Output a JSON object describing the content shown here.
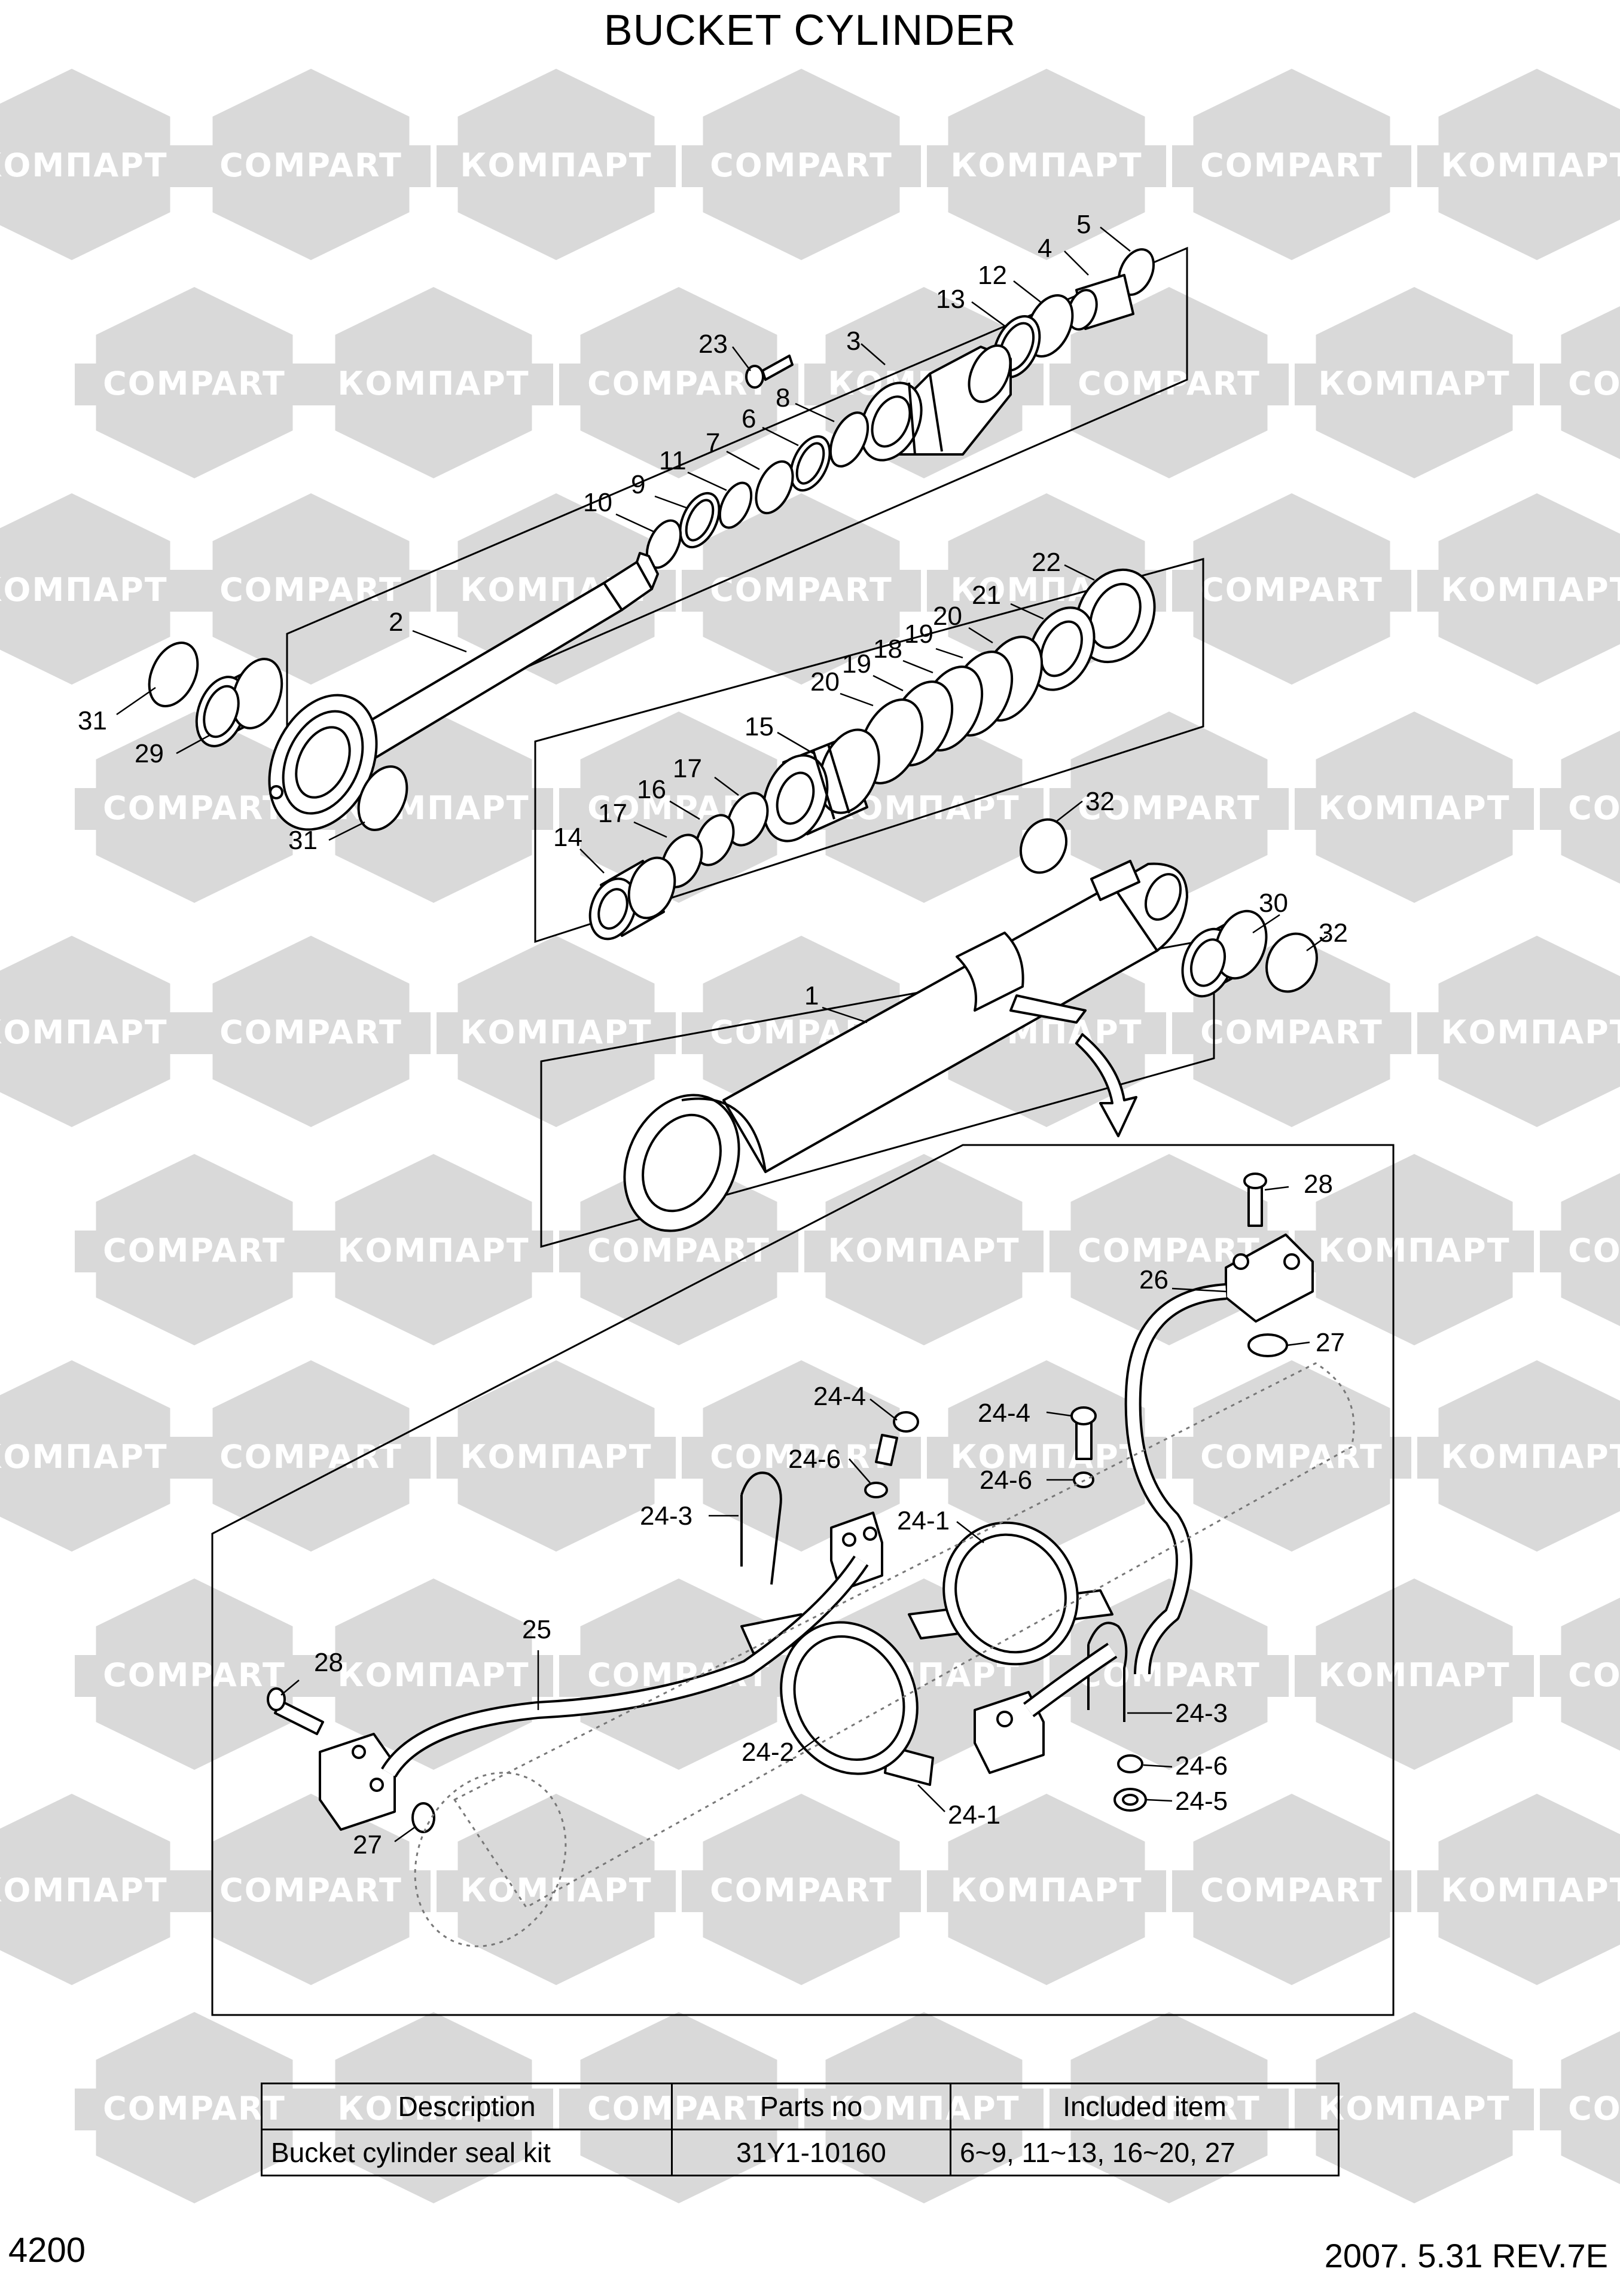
{
  "title": "BUCKET CYLINDER",
  "watermark": {
    "text_latin": "COMPART",
    "text_cyrillic": "КОМПАРТ",
    "color": "#d9d9d9"
  },
  "callouts": [
    {
      "id": "c5",
      "label": "5"
    },
    {
      "id": "c4",
      "label": "4"
    },
    {
      "id": "c12",
      "label": "12"
    },
    {
      "id": "c13",
      "label": "13"
    },
    {
      "id": "c23",
      "label": "23"
    },
    {
      "id": "c3",
      "label": "3"
    },
    {
      "id": "c8",
      "label": "8"
    },
    {
      "id": "c6",
      "label": "6"
    },
    {
      "id": "c7",
      "label": "7"
    },
    {
      "id": "c11",
      "label": "11"
    },
    {
      "id": "c9",
      "label": "9"
    },
    {
      "id": "c10",
      "label": "10"
    },
    {
      "id": "c2",
      "label": "2"
    },
    {
      "id": "c31a",
      "label": "31"
    },
    {
      "id": "c29",
      "label": "29"
    },
    {
      "id": "c31b",
      "label": "31"
    },
    {
      "id": "c22",
      "label": "22"
    },
    {
      "id": "c21",
      "label": "21"
    },
    {
      "id": "c20a",
      "label": "20"
    },
    {
      "id": "c19a",
      "label": "19"
    },
    {
      "id": "c18",
      "label": "18"
    },
    {
      "id": "c19b",
      "label": "19"
    },
    {
      "id": "c20b",
      "label": "20"
    },
    {
      "id": "c15",
      "label": "15"
    },
    {
      "id": "c17a",
      "label": "17"
    },
    {
      "id": "c16",
      "label": "16"
    },
    {
      "id": "c17b",
      "label": "17"
    },
    {
      "id": "c14",
      "label": "14"
    },
    {
      "id": "c32a",
      "label": "32"
    },
    {
      "id": "c30",
      "label": "30"
    },
    {
      "id": "c32b",
      "label": "32"
    },
    {
      "id": "c1",
      "label": "1"
    },
    {
      "id": "c28a",
      "label": "28"
    },
    {
      "id": "c26",
      "label": "26"
    },
    {
      "id": "c27a",
      "label": "27"
    },
    {
      "id": "c244a",
      "label": "24-4"
    },
    {
      "id": "c244b",
      "label": "24-4"
    },
    {
      "id": "c246a",
      "label": "24-6"
    },
    {
      "id": "c246b",
      "label": "24-6"
    },
    {
      "id": "c243a",
      "label": "24-3"
    },
    {
      "id": "c241a",
      "label": "24-1"
    },
    {
      "id": "c25",
      "label": "25"
    },
    {
      "id": "c28b",
      "label": "28"
    },
    {
      "id": "c242",
      "label": "24-2"
    },
    {
      "id": "c243b",
      "label": "24-3"
    },
    {
      "id": "c246c",
      "label": "24-6"
    },
    {
      "id": "c245",
      "label": "24-5"
    },
    {
      "id": "c241b",
      "label": "24-1"
    },
    {
      "id": "c27b",
      "label": "27"
    }
  ],
  "table": {
    "headers": [
      "Description",
      "Parts no",
      "Included item"
    ],
    "rows": [
      {
        "description": "Bucket cylinder seal kit",
        "parts_no": "31Y1-10160",
        "included": "6~9, 11~13, 16~20, 27"
      }
    ]
  },
  "footer": {
    "page_number": "4200",
    "revision": "2007. 5.31  REV.7E"
  }
}
